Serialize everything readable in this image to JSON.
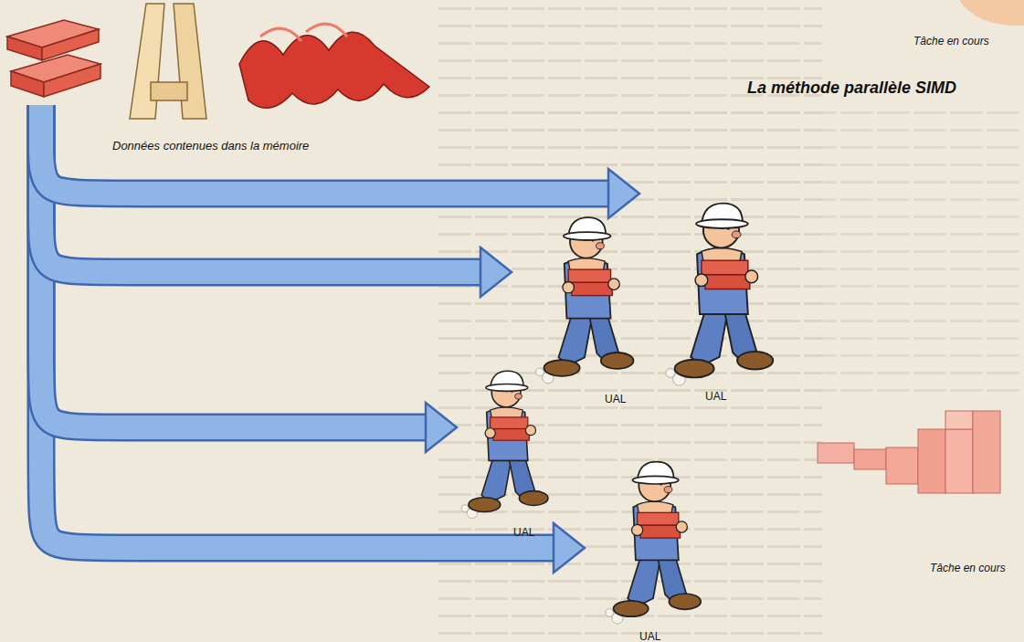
{
  "diagram": {
    "title": "La méthode parallèle SIMD",
    "nodes": [
      {
        "text": [
          "Données contenues dans la mémoire"
        ]
      },
      {
        "text": [
          "UAL"
        ]
      },
      {
        "text": [
          "UAL"
        ]
      },
      {
        "text": [
          "UAL"
        ]
      },
      {
        "text": [
          "UAL"
        ]
      }
    ],
    "edges": [
      {
        "from": 0,
        "to": 1,
        "arrow": "to"
      },
      {
        "from": 0,
        "to": 2,
        "arrow": "to"
      },
      {
        "from": 0,
        "to": 3,
        "arrow": "to"
      },
      {
        "from": 0,
        "to": 4,
        "arrow": "to"
      }
    ],
    "labels": [
      "Tâche en cours",
      "Tâche en cours"
    ]
  }
}
